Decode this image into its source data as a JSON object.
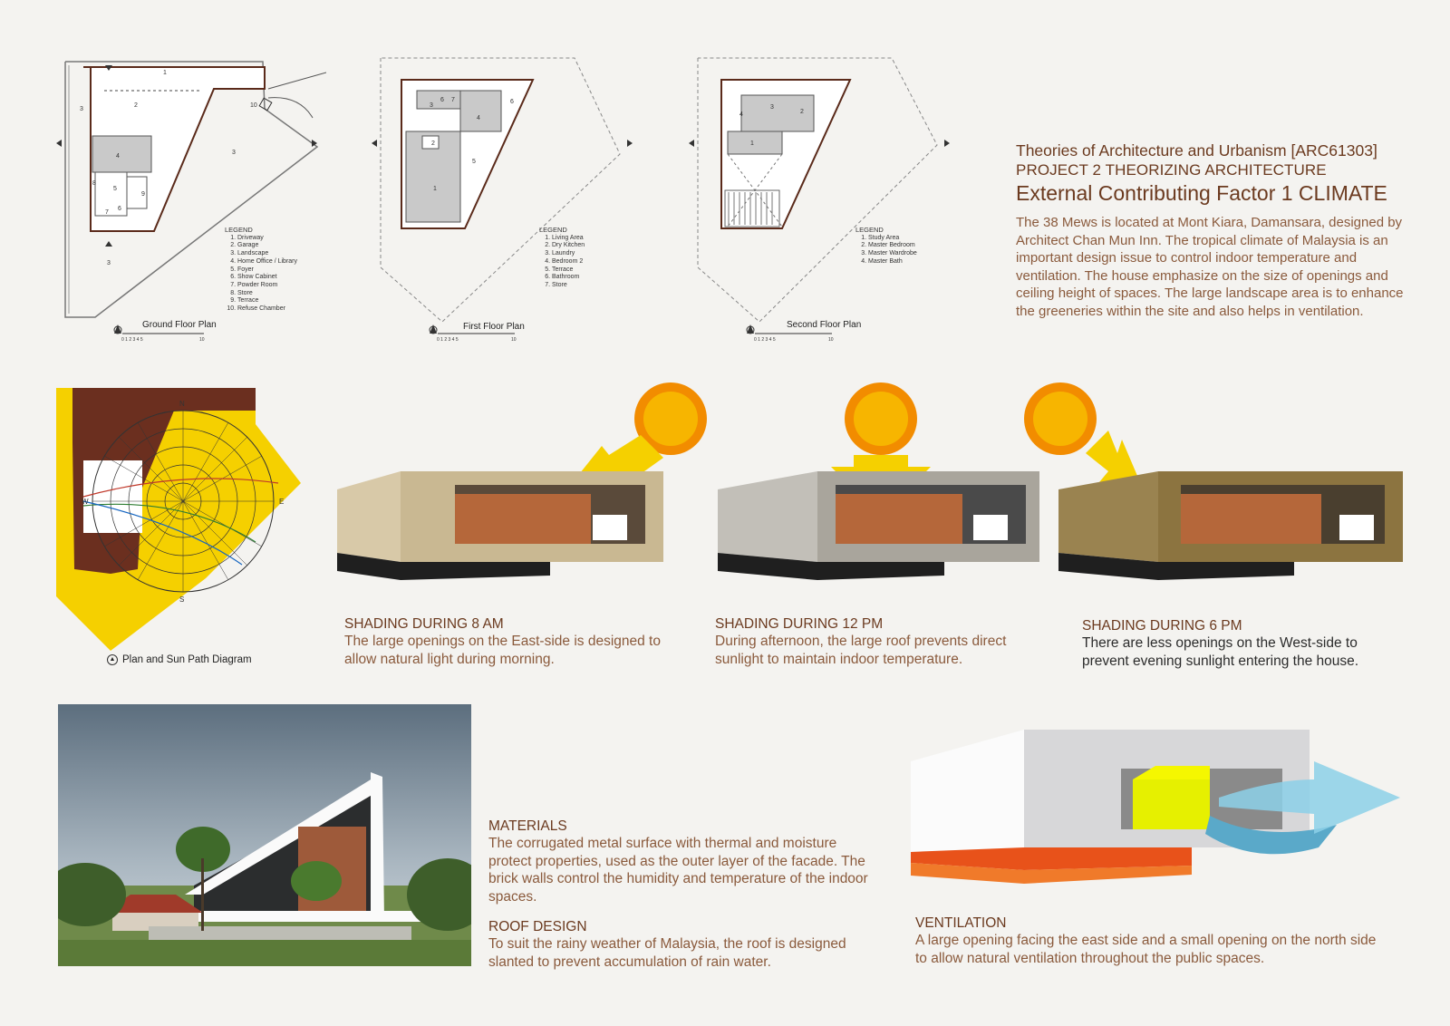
{
  "header": {
    "course": "Theories of Architecture and Urbanism [ARC61303]",
    "project": "PROJECT 2 THEORIZING ARCHITECTURE",
    "topic": "External Contributing Factor 1 CLIMATE",
    "intro": "The 38 Mews is located at Mont Kiara, Damansara, designed by Architect Chan Mun Inn. The tropical climate of Malaysia is an important design issue to control indoor temperature and ventilation. The house emphasize on the size of openings and ceiling height of spaces. The large landscape area is to enhance the greeneries within the site and also helps in ventilation."
  },
  "plans": [
    {
      "title": "Ground Floor Plan",
      "legend_title": "LEGEND",
      "legend": [
        "Driveway",
        "Garage",
        "Landscape",
        "Home Office / Library",
        "Foyer",
        "Show Cabinet",
        "Powder Room",
        "Store",
        "Terrace",
        "Refuse Chamber"
      ],
      "room_numbers": [
        "1",
        "2",
        "3",
        "3",
        "3",
        "4",
        "5",
        "6",
        "7",
        "8",
        "9",
        "10"
      ]
    },
    {
      "title": "First Floor Plan",
      "legend_title": "LEGEND",
      "legend": [
        "Living Area",
        "Dry Kitchen",
        "Laundry",
        "Bedroom 2",
        "Terrace",
        "Bathroom",
        "Store"
      ],
      "room_numbers": [
        "1",
        "2",
        "3",
        "4",
        "5",
        "6",
        "7"
      ]
    },
    {
      "title": "Second Floor Plan",
      "legend_title": "LEGEND",
      "legend": [
        "Study Area",
        "Master Bedroom",
        "Master Wardrobe",
        "Master Bath"
      ],
      "room_numbers": [
        "1",
        "2",
        "3",
        "4"
      ]
    }
  ],
  "scale_bar": {
    "labels": [
      "0",
      "1",
      "2",
      "3",
      "4",
      "5",
      "10"
    ]
  },
  "sun_path": {
    "label": "Plan and Sun Path Diagram",
    "compass": [
      "N",
      "E",
      "S",
      "W"
    ]
  },
  "shading": [
    {
      "title": "SHADING DURING 8 AM",
      "body": "The large openings on the East-side is designed to allow natural light during morning."
    },
    {
      "title": "SHADING DURING 12 PM",
      "body": "During afternoon, the large roof prevents direct sunlight to maintain indoor temperature."
    },
    {
      "title": "SHADING DURING 6 PM",
      "body": "There are less openings on the West-side to prevent evening sunlight entering the house."
    }
  ],
  "materials": {
    "title": "MATERIALS",
    "body": "The corrugated metal surface with thermal and moisture protect properties, used as the outer layer of the facade. The brick walls control the humidity and temperature of the indoor spaces."
  },
  "roof": {
    "title": "ROOF DESIGN",
    "body": "To suit the rainy weather of Malaysia, the roof is designed slanted to prevent accumulation of rain water."
  },
  "ventilation": {
    "title": "VENTILATION",
    "body": "A large opening facing the east side and a small opening on the north side to allow natural ventilation throughout the public spaces."
  },
  "colors": {
    "heading": "#6b3a1f",
    "body": "#8a5a3c",
    "sun_yellow": "#f5d000",
    "brick": "#b5673a",
    "arrow_blue": "#5aa9c9",
    "base_orange": "#e8521a"
  }
}
